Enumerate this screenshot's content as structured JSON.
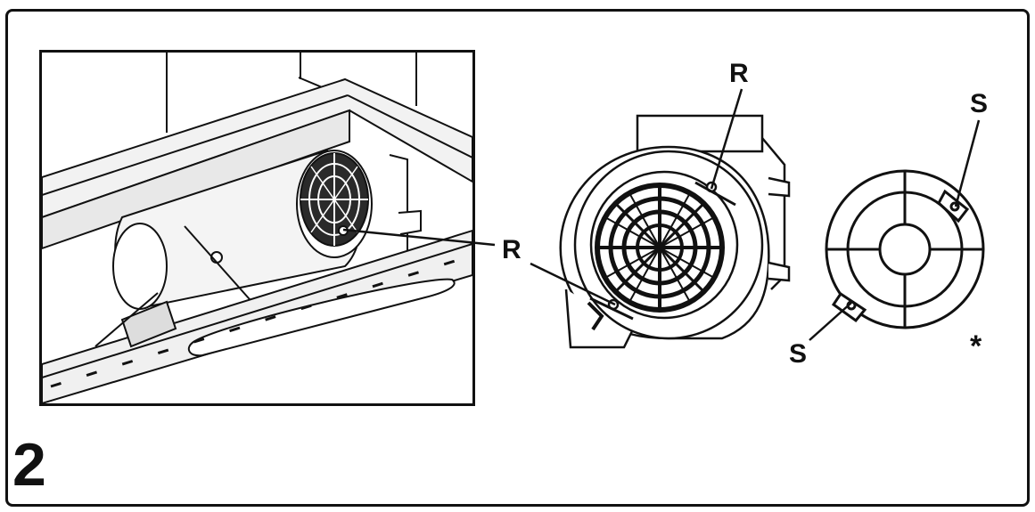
{
  "figure": {
    "step_number": "2",
    "asterisk": "*",
    "labels": {
      "r_top": "R",
      "r_middle": "R",
      "s_top": "S",
      "s_bottom": "S"
    }
  },
  "icons": {
    "inset": "hood-motor-underside-illustration",
    "blower": "blower-fan-unit-illustration",
    "filter": "round-filter-cover-illustration"
  },
  "colors": {
    "line": "#111111",
    "background": "#ffffff"
  }
}
